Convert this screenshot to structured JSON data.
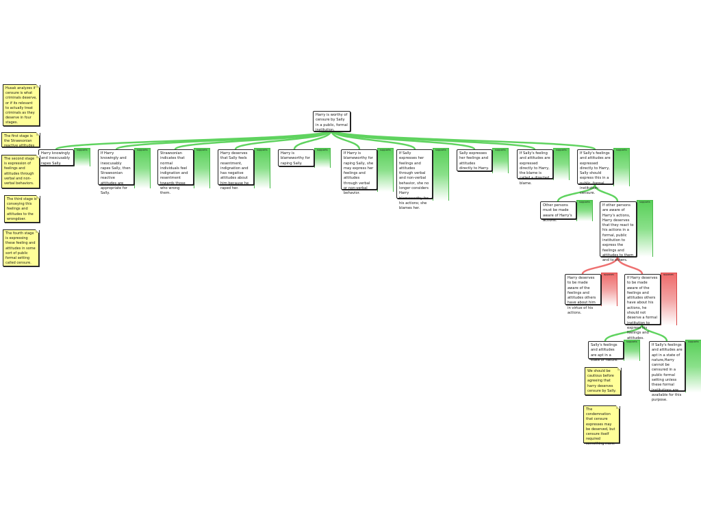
{
  "root": "Harry is worthy of censure by Sally in a public, formal institution.",
  "relation_labels": {
    "supports": "supports",
    "opposes": "opposes"
  },
  "level1": [
    "Harry knowingly and inexcusably rapes Sally.",
    "If Harry knowingly and inexcusably rapes Sally, then Strawsonian reactive attitudes are appropriate for Sally.",
    "Strawsonian indicates that normal individuals feel indignation and resentment towards those who wrong them.",
    "Harry deserves that Sally feels resentment, indignation and has negative attitudes about him because he raped her.",
    "Harry is blameworthy for raping Sally.",
    "If Harry is blameworthy for raping Sally, she may express her feelings and attitudes through verbal or non-verbal behavior.",
    "If Sally expresses her feelings and attitudes through verbal and non-verbal behavior, she no longer considers Harry blameworthy for his actions; she blames her.",
    "Sally expresses her feelings and attitudes directly to Harry.",
    "If Sally's feeling and attitudes are expressed directly to Harry, the blame is called a directed blame.",
    "If Sally's feelings and attitudes are expressed directly to Harry, Sally should express this in a public, formal institution–censure."
  ],
  "level2": [
    "Other persons must be made aware of Harry's actions.",
    "If other persons are aware of Harry's actions, Harry deserves that they react to his actions in a formal, public institution to express the feelings and attitudes to them and to others."
  ],
  "level3": [
    "Harry deserves to be made aware of the feelings and attitudes others have about him in virtue of his actions.",
    "If Harry deserves to be made aware of the feelings and attitudes others have about his actions, he should not deserve a formal institution to express his feelings and attitudes."
  ],
  "level4": [
    "Sally's feelings and attitudes are apt in a state of nature.",
    "If Sally's feelings and attitudes are apt in a state of nature,Harry cannot be censured in a public formal setting unless these formal institutions are available for this purpose."
  ],
  "notes_left": [
    "Husak analyzes if censure is what criminals deserve, or if its relevant to actually treat criminals as they deserve in four stages.",
    "The first stage is the Strawsonian reactive attitudes",
    "The second stage is expression of feelings and attitudes through verbal and non-verbal behaviors.",
    "The third stage is conveying this feelings and attitudes to the wrongdoer.",
    "The fourth stage is expressing these feeling and attitudes in some sort of public formal setting called censure."
  ],
  "notes_bottom": [
    "We should be cautious before agreeing that harry deserves censure by Sally.",
    "The condemnation that censure expresses may be deserved, but censure itself required something more."
  ],
  "colors": {
    "supports": "#55cc55",
    "opposes": "#ee6666",
    "note": "#ffff99"
  }
}
